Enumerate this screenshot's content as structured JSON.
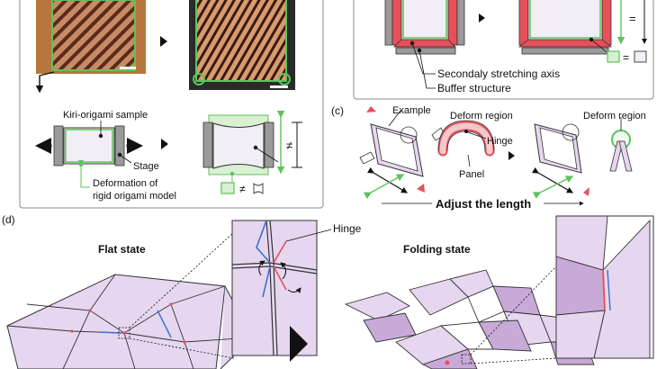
{
  "panel_b": {
    "label_sample": "Kiri-origami sample",
    "label_stage": "Stage",
    "label_deformation_line1": "Deformation of",
    "label_deformation_line2": "rigid origami model",
    "neq_symbol": "≠"
  },
  "panel_top_right": {
    "label_secondary_axis": "Secondaly stretching axis",
    "label_buffer": "Buffer structure",
    "eq_symbol": "="
  },
  "panel_c": {
    "tag": "(c)",
    "label_example": "Example",
    "label_deform_region_1": "Deform region",
    "label_hinge": "Hinge",
    "label_panel": "Panel",
    "label_deform_region_2": "Deform region",
    "label_adjust": "Adjust the length"
  },
  "panel_d": {
    "tag": "(d)",
    "label_flat": "Flat state",
    "label_hinge": "Hinge",
    "label_folding": "Folding state"
  },
  "colors": {
    "lavender": "#e6d6ef",
    "lavender_dark": "#c8a9d8",
    "green": "#5cc35a",
    "green_fill": "#d9f0d2",
    "red": "#e5505a",
    "blue": "#3b6fd6",
    "gray_stage": "#9a9a9a"
  }
}
